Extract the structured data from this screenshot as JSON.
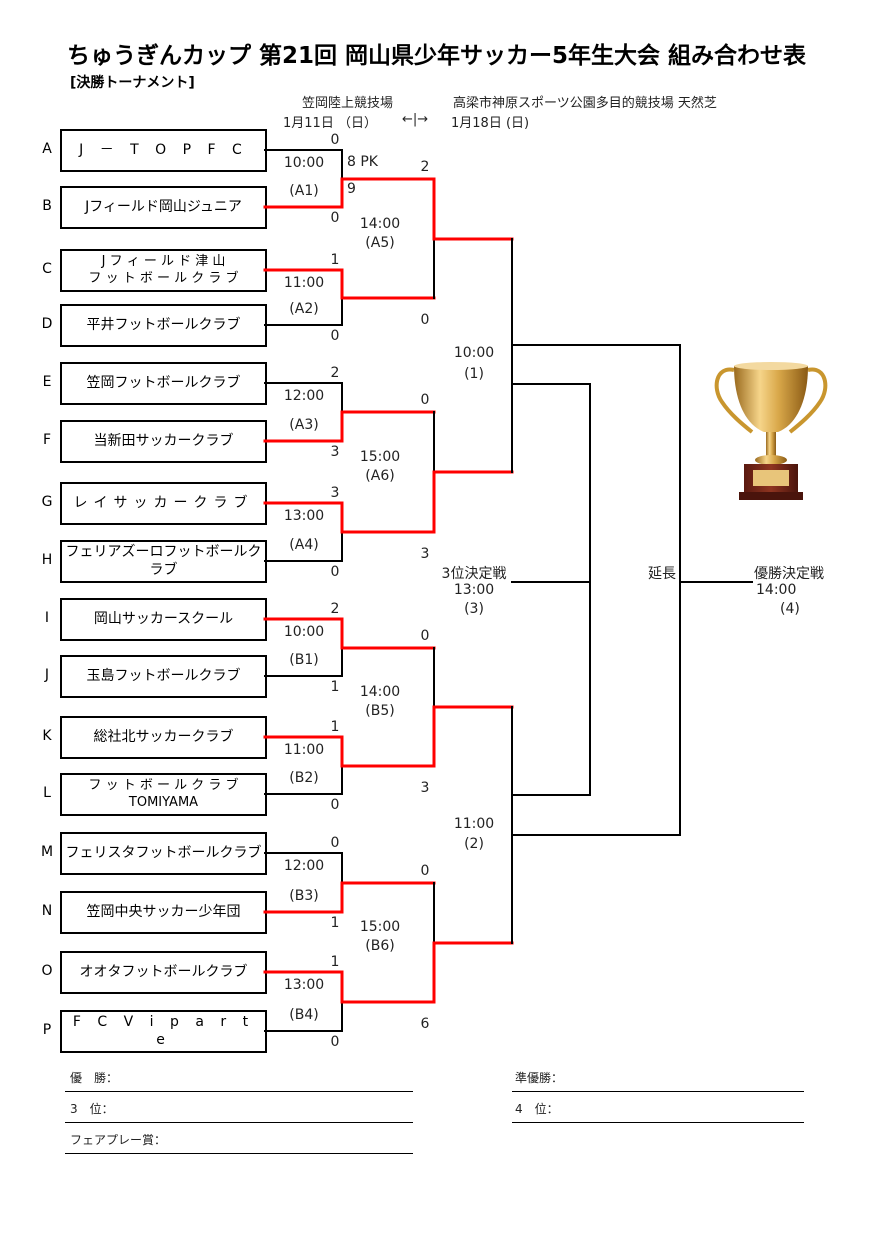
{
  "header": {
    "title": "ちゅうぎんカップ 第21回 岡山県少年サッカー5年生大会 組み合わせ表",
    "subtitle": "[決勝トーナメント]",
    "venue_day1": "笠岡陸上競技場",
    "venue_day2": "高梁市神原スポーツ公園多目的競技場 天然芝",
    "date_day1": "1月11日 （日）",
    "date_arrow": "←|→",
    "date_day2": "1月18日 (日)"
  },
  "teams": [
    {
      "letter": "A",
      "name": "J － T O P F C"
    },
    {
      "letter": "B",
      "name": "Jフィールド岡山ジュニア"
    },
    {
      "letter": "C",
      "name": "J フ ィ ー ル ド 津 山",
      "name2": "フ ッ ト ボ ー ル ク ラ ブ"
    },
    {
      "letter": "D",
      "name": "平井フットボールクラブ"
    },
    {
      "letter": "E",
      "name": "笠岡フットボールクラブ"
    },
    {
      "letter": "F",
      "name": "当新田サッカークラブ"
    },
    {
      "letter": "G",
      "name": "レイサッカークラブ"
    },
    {
      "letter": "H",
      "name": "フェリアズーロフットボールクラブ"
    },
    {
      "letter": "I",
      "name": "岡山サッカースクール"
    },
    {
      "letter": "J",
      "name": "玉島フットボールクラブ"
    },
    {
      "letter": "K",
      "name": "総社北サッカークラブ"
    },
    {
      "letter": "L",
      "name": "フ ッ ト ボ ー ル ク ラ ブ",
      "name2": "TOMIYAMA"
    },
    {
      "letter": "M",
      "name": "フェリスタフットボールクラブ"
    },
    {
      "letter": "N",
      "name": "笠岡中央サッカー少年団"
    },
    {
      "letter": "O",
      "name": "オオタフットボールクラブ"
    },
    {
      "letter": "P",
      "name": "F C V i p a r t e"
    }
  ],
  "round1": [
    {
      "id": "(A1)",
      "time": "10:00",
      "score_top": "0",
      "score_bottom": "0",
      "pk_top": "8 PK",
      "pk_bottom": "9",
      "winner": "bottom"
    },
    {
      "id": "(A2)",
      "time": "11:00",
      "score_top": "1",
      "score_bottom": "0",
      "winner": "top"
    },
    {
      "id": "(A3)",
      "time": "12:00",
      "score_top": "2",
      "score_bottom": "3",
      "winner": "bottom"
    },
    {
      "id": "(A4)",
      "time": "13:00",
      "score_top": "3",
      "score_bottom": "0",
      "winner": "top"
    },
    {
      "id": "(B1)",
      "time": "10:00",
      "score_top": "2",
      "score_bottom": "1",
      "winner": "top"
    },
    {
      "id": "(B2)",
      "time": "11:00",
      "score_top": "1",
      "score_bottom": "0",
      "winner": "top"
    },
    {
      "id": "(B3)",
      "time": "12:00",
      "score_top": "0",
      "score_bottom": "1",
      "winner": "bottom"
    },
    {
      "id": "(B4)",
      "time": "13:00",
      "score_top": "1",
      "score_bottom": "0",
      "winner": "top"
    }
  ],
  "round2": [
    {
      "id": "(A5)",
      "time": "14:00",
      "score_top": "2",
      "score_bottom": "0",
      "winner": "top"
    },
    {
      "id": "(A6)",
      "time": "15:00",
      "score_top": "0",
      "score_bottom": "3",
      "winner": "bottom"
    },
    {
      "id": "(B5)",
      "time": "14:00",
      "score_top": "0",
      "score_bottom": "3",
      "winner": "bottom"
    },
    {
      "id": "(B6)",
      "time": "15:00",
      "score_top": "0",
      "score_bottom": "6",
      "winner": "bottom"
    }
  ],
  "semifinals": [
    {
      "id": "(1)",
      "time": "10:00"
    },
    {
      "id": "(2)",
      "time": "11:00"
    }
  ],
  "third_place": {
    "label": "3位決定戦",
    "time": "13:00",
    "id": "(3)"
  },
  "final": {
    "label": "優勝決定戦",
    "time": "14:00",
    "id": "(4)",
    "extra_time": "延長"
  },
  "results": {
    "champion": "優　勝：",
    "runner_up": "準優勝：",
    "third": "3　位：",
    "fourth": "4　位：",
    "fair_play": "フェアプレー賞："
  },
  "colors": {
    "winner_line": "#ff0000",
    "line": "#000000"
  },
  "icons": {
    "trophy": "trophy-icon"
  }
}
